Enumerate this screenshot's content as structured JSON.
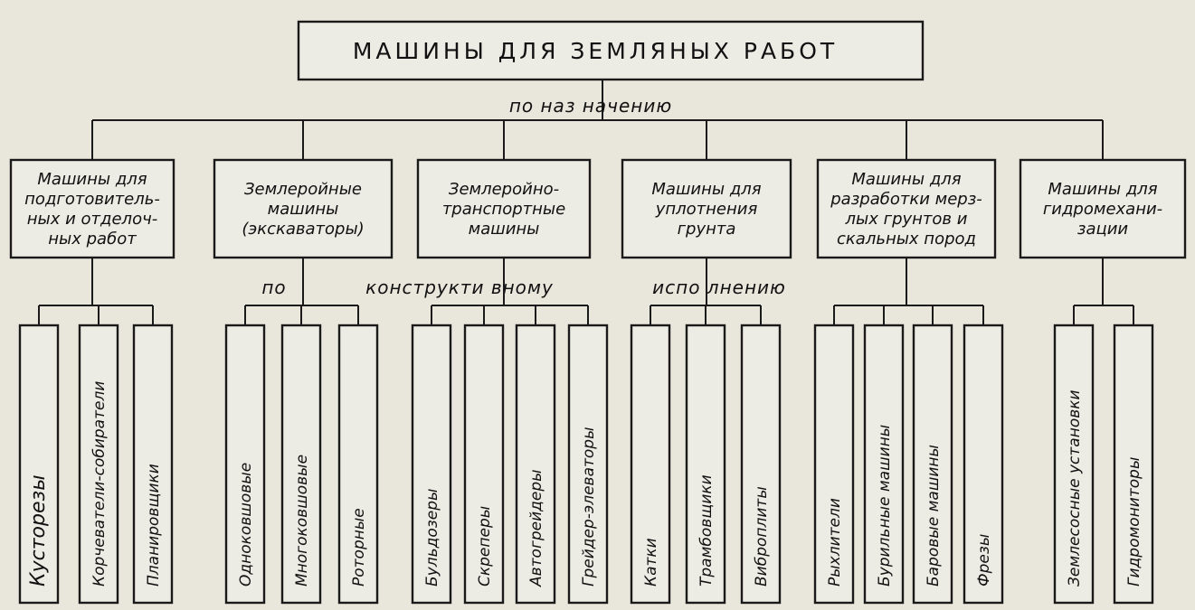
{
  "root": {
    "label": "МАШИНЫ  ДЛЯ  ЗЕМЛЯНЫХ  РАБОТ"
  },
  "criteria": {
    "by_purpose": "по  наз начению",
    "by_design_1": "по",
    "by_design_2": "конструкти вному",
    "by_design_3": "испо лнению"
  },
  "categories": [
    {
      "lines": [
        "Машины для",
        "подготовитель-",
        "ных и отделоч-",
        "ных работ"
      ],
      "children": [
        "Кусторезы",
        "Корчеватели-собиратели",
        "Планировщики"
      ]
    },
    {
      "lines": [
        "Землеройные",
        "машины",
        "(экскаваторы)"
      ],
      "children": [
        "Одноковшовые",
        "Многоковшовые",
        "Роторные"
      ]
    },
    {
      "lines": [
        "Землеройно-",
        "транспортные",
        "машины"
      ],
      "children": [
        "Бульдозеры",
        "Скреперы",
        "Автогрейдеры",
        "Грейдер-элеваторы"
      ]
    },
    {
      "lines": [
        "Машины для",
        "уплотнения",
        "грунта"
      ],
      "children": [
        "Катки",
        "Трамбовщики",
        "Виброплиты"
      ]
    },
    {
      "lines": [
        "Машины для",
        "разработки мерз-",
        "лых грунтов и",
        "скальных пород"
      ],
      "children": [
        "Рыхлители",
        "Бурильные машины",
        "Баровые машины",
        "Фрезы"
      ]
    },
    {
      "lines": [
        "Машины для",
        "гидромехани-",
        "зации"
      ],
      "children": [
        "Землесосные установки",
        "Гидромониторы"
      ]
    }
  ]
}
